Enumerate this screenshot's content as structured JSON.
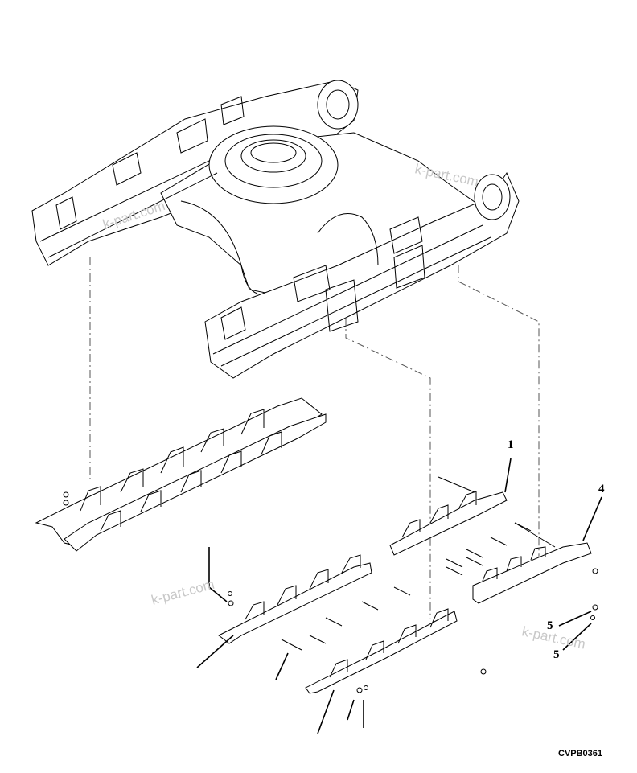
{
  "drawing_code": "CVPB0361",
  "watermarks": [
    "k-part.com",
    "k-part.com",
    "k-part.com",
    "k-part.com"
  ],
  "callouts": [
    {
      "id": "1",
      "label": "1"
    },
    {
      "id": "2",
      "label": "4"
    },
    {
      "id": "3",
      "label": "5"
    },
    {
      "id": "4",
      "label": "5"
    }
  ]
}
